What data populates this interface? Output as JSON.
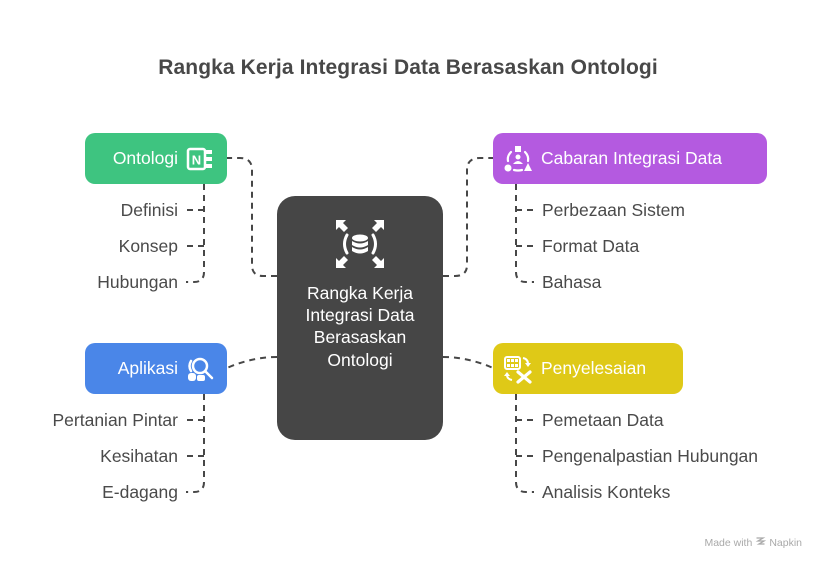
{
  "title": "Rangka Kerja Integrasi Data Berasaskan Ontologi",
  "center": {
    "label": "Rangka Kerja Integrasi Data Berasaskan Ontologi",
    "icon": "database-expand-icon",
    "color": "#464646"
  },
  "branches": {
    "ontologi": {
      "label": "Ontologi",
      "icon": "onenote-notebook-icon",
      "color": "#3ec480",
      "items": [
        "Definisi",
        "Konsep",
        "Hubungan"
      ]
    },
    "cabaran": {
      "label": "Cabaran Integrasi Data",
      "icon": "shapes-user-cycle-icon",
      "color": "#b45ae0",
      "items": [
        "Perbezaan Sistem",
        "Format Data",
        "Bahasa"
      ]
    },
    "aplikasi": {
      "label": "Aplikasi",
      "icon": "search-shapes-icon",
      "color": "#4a86e8",
      "items": [
        "Pertanian Pintar",
        "Kesihatan",
        "E-dagang"
      ]
    },
    "penyelesaian": {
      "label": "Penyelesaian",
      "icon": "table-exchange-icon",
      "color": "#dfc917",
      "items": [
        "Pemetaan Data",
        "Pengenalpastian Hubungan",
        "Analisis Konteks"
      ]
    }
  },
  "footer": {
    "made_with": "Made with",
    "brand": "Napkin",
    "icon": "napkin-logo-icon"
  }
}
